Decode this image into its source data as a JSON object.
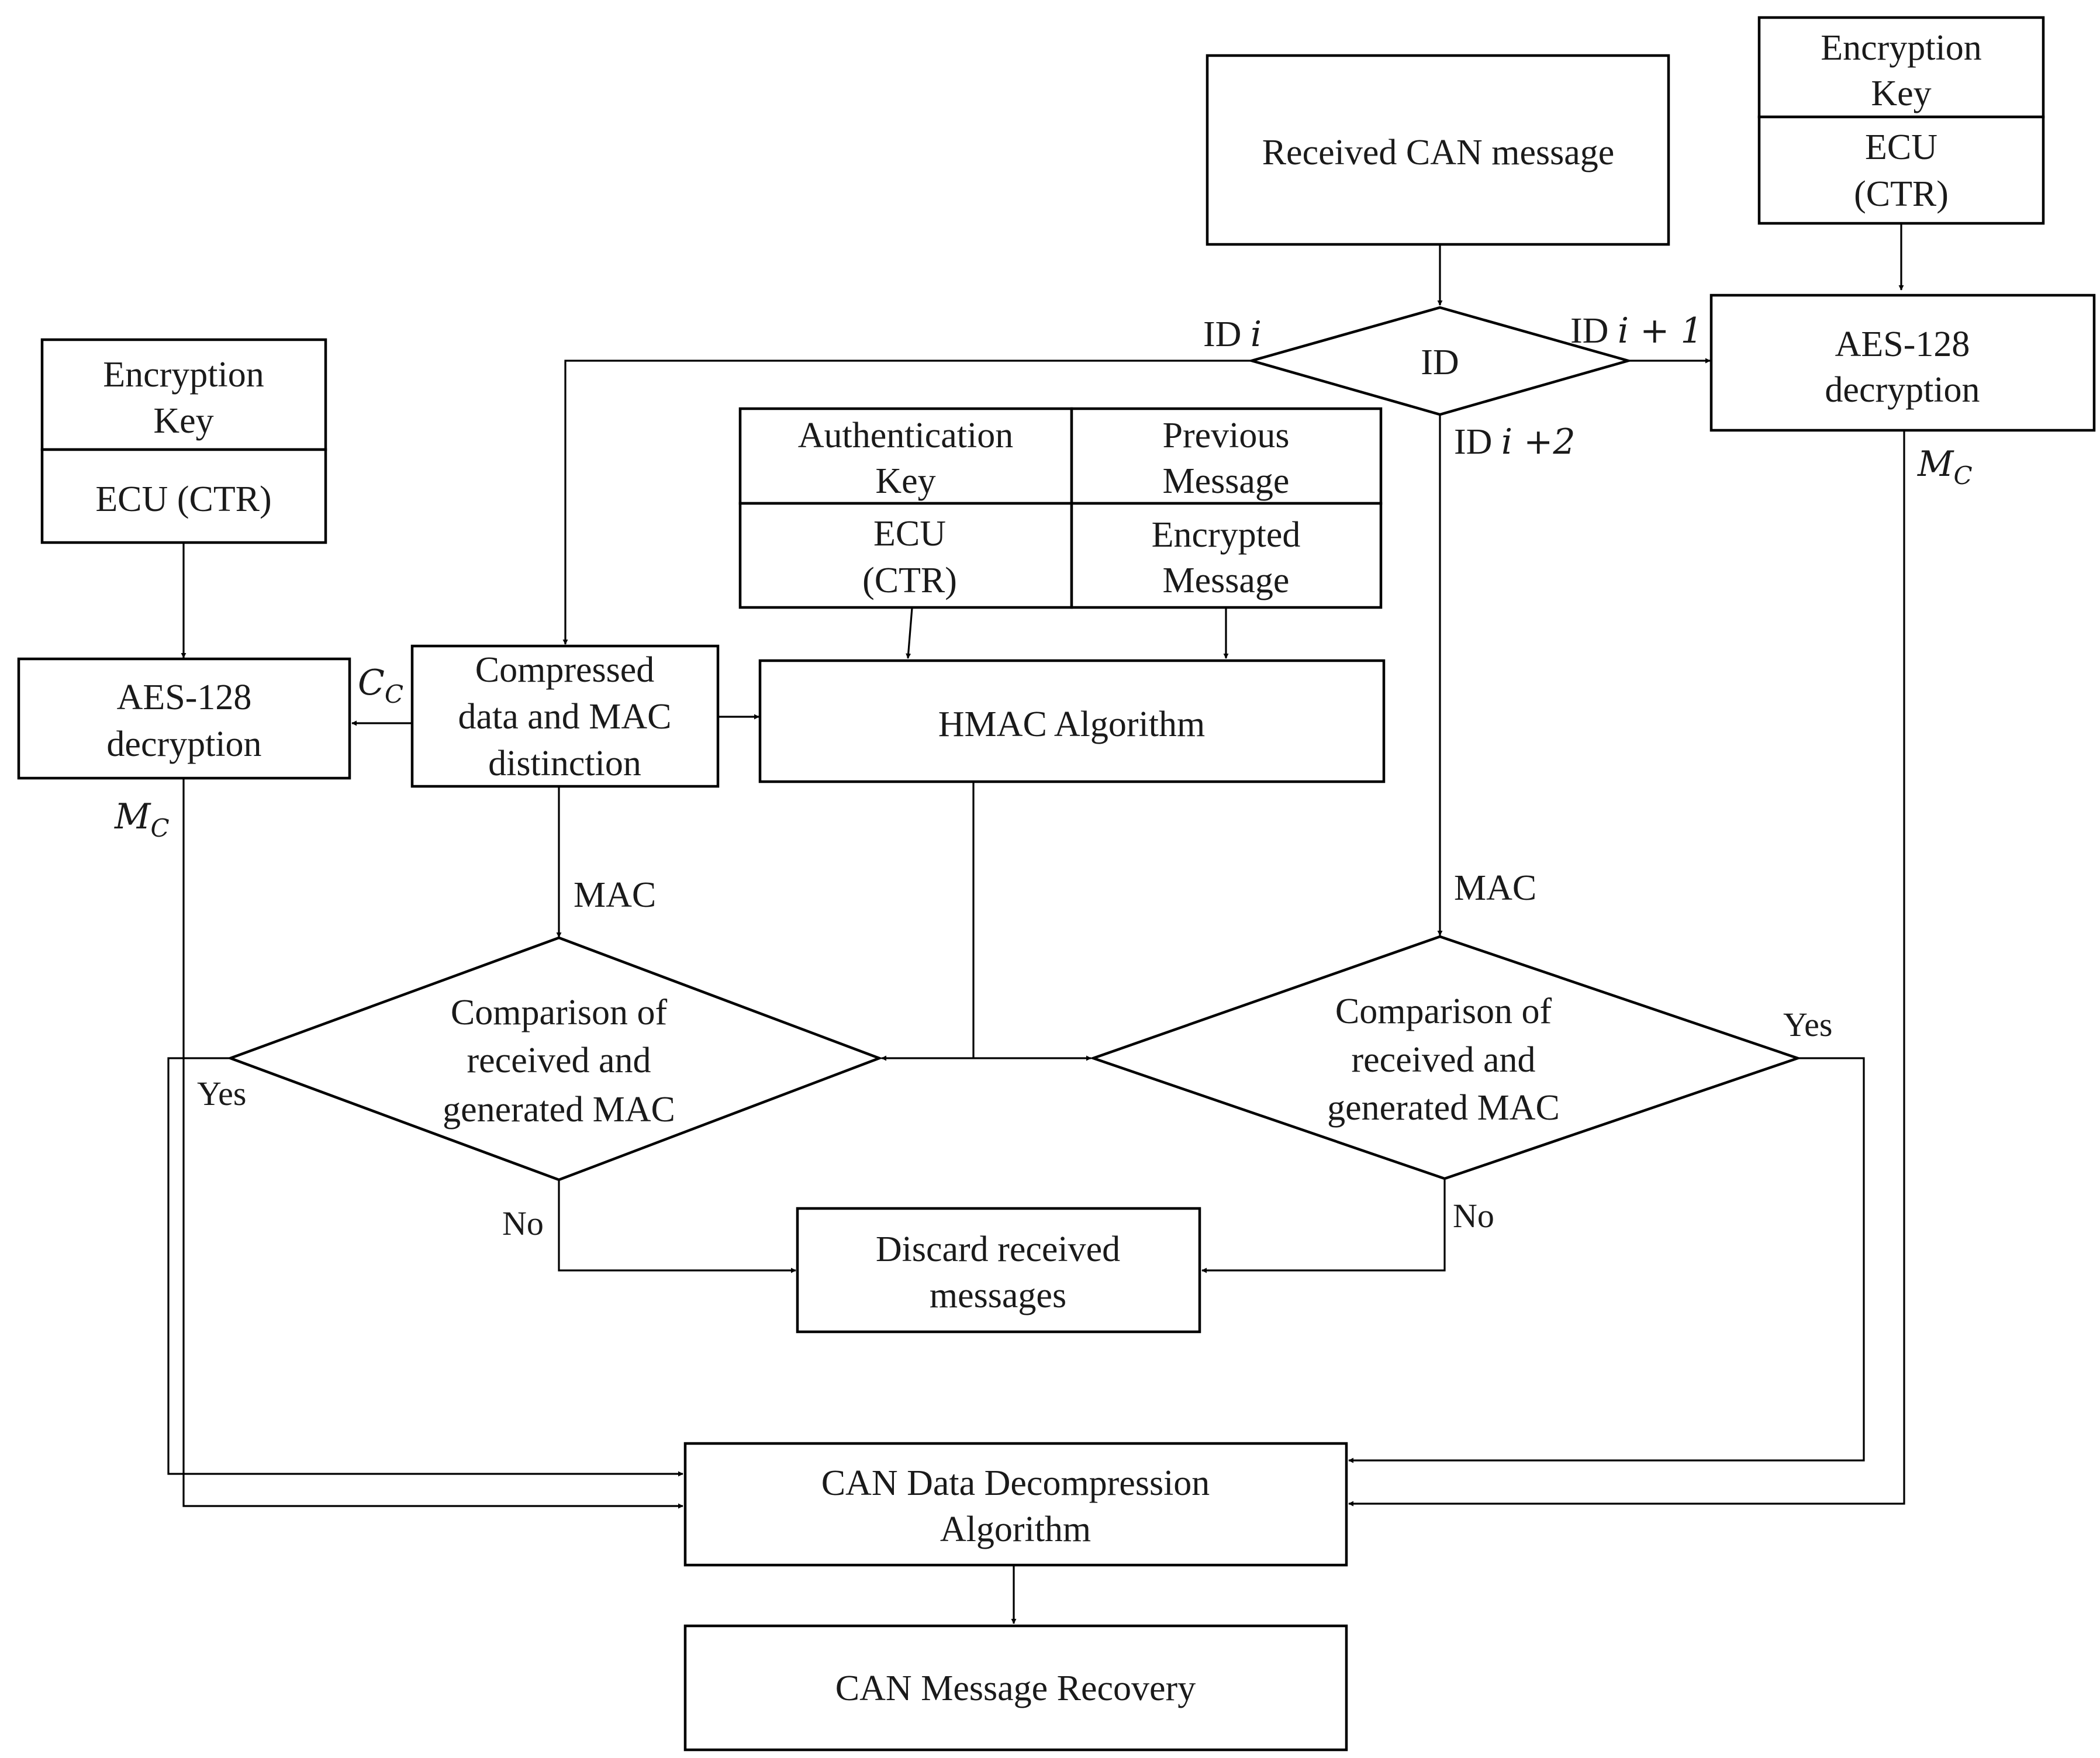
{
  "top_right_key": {
    "head": [
      "Encryption",
      "Key"
    ],
    "body": [
      "ECU",
      "(CTR)"
    ]
  },
  "left_key": {
    "head": [
      "Encryption",
      "Key"
    ],
    "body": [
      "ECU (CTR)"
    ]
  },
  "received_msg": "Received CAN message",
  "id_decision": "ID",
  "id_labels": {
    "i": "ID ",
    "i_var": "i",
    "i1": "ID ",
    "i1_var": "i + 1",
    "i2": "ID ",
    "i2_var": "i +2"
  },
  "aes_right": [
    "AES-128",
    "decryption"
  ],
  "aes_left": [
    "AES-128",
    "decryption"
  ],
  "auth_table": {
    "auth_head": [
      "Authentication",
      "Key"
    ],
    "prev_head": [
      "Previous",
      "Message"
    ],
    "auth_body": [
      "ECU",
      "(CTR)"
    ],
    "prev_body": [
      "Encrypted",
      "Message"
    ]
  },
  "compressed": [
    "Compressed",
    "data and MAC",
    "distinction"
  ],
  "hmac": "HMAC Algorithm",
  "cc_label": {
    "base": "C",
    "sub": "C"
  },
  "mc_label": {
    "base": "M",
    "sub": "C"
  },
  "mac_label": "MAC",
  "compare": [
    "Comparison of",
    "received and",
    "generated MAC"
  ],
  "yes": "Yes",
  "no": "No",
  "discard": [
    "Discard received",
    "messages"
  ],
  "decompress": [
    "CAN Data Decompression",
    "Algorithm"
  ],
  "recovery": "CAN Message Recovery"
}
